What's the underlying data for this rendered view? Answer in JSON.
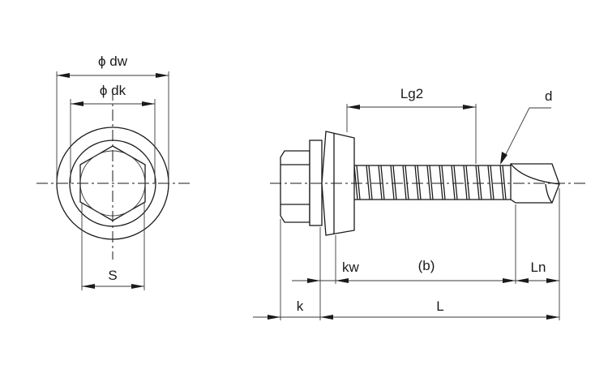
{
  "figure": {
    "subject": "self-drilling hex washer head screw with bonded sealing washer",
    "views": [
      "head end view",
      "side view"
    ]
  },
  "labels": {
    "dw": "ϕ dw",
    "dk": "ϕ dk",
    "s": "S",
    "lg2": "Lg2",
    "d": "d",
    "kw": "kw",
    "b": "(b)",
    "ln": "Ln",
    "k": "k",
    "l": "L"
  }
}
